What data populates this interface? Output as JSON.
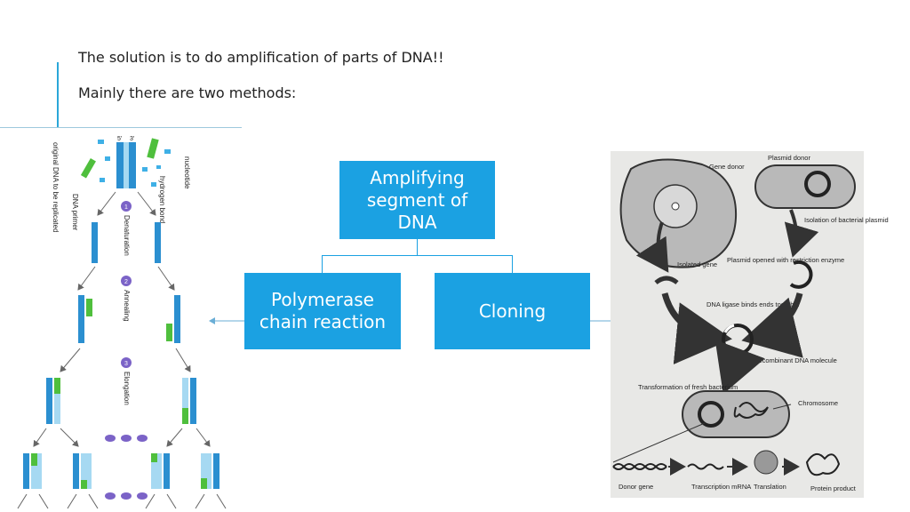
{
  "slide": {
    "line1": "The solution is to do amplification of parts of DNA!!",
    "line2": "Mainly there are two methods:",
    "accent_color": "#1ba1e2"
  },
  "hierarchy": {
    "root": "Amplifying segment of DNA",
    "children": [
      "Polymerase chain reaction",
      "Cloning"
    ]
  },
  "pcr_figure": {
    "left_labels": [
      "original DNA to be replicated",
      "DNA primer"
    ],
    "right_labels": [
      "nucleotide",
      "hydrogen bond"
    ],
    "steps": [
      "Denaturation",
      "Annealing",
      "Elongation"
    ],
    "step_numbers": [
      "1",
      "2",
      "3"
    ],
    "strand_ends": [
      "5'",
      "3'"
    ]
  },
  "cloning_figure": {
    "labels": {
      "plasmid_donor": "Plasmid donor",
      "gene_donor": "Gene donor",
      "isolation": "Isolation of bacterial plasmid",
      "isolated_gene": "Isolated gene",
      "plasmid_opened": "Plasmid opened with restriction enzyme",
      "ligase": "DNA ligase binds ends together",
      "recombinant": "Recombinant DNA molecule",
      "transformation": "Transformation of fresh bacterium",
      "chromosome": "Chromosome",
      "donor_gene": "Donor gene",
      "transcription": "Transcription mRNA",
      "translation": "Translation",
      "protein": "Protein product"
    }
  }
}
